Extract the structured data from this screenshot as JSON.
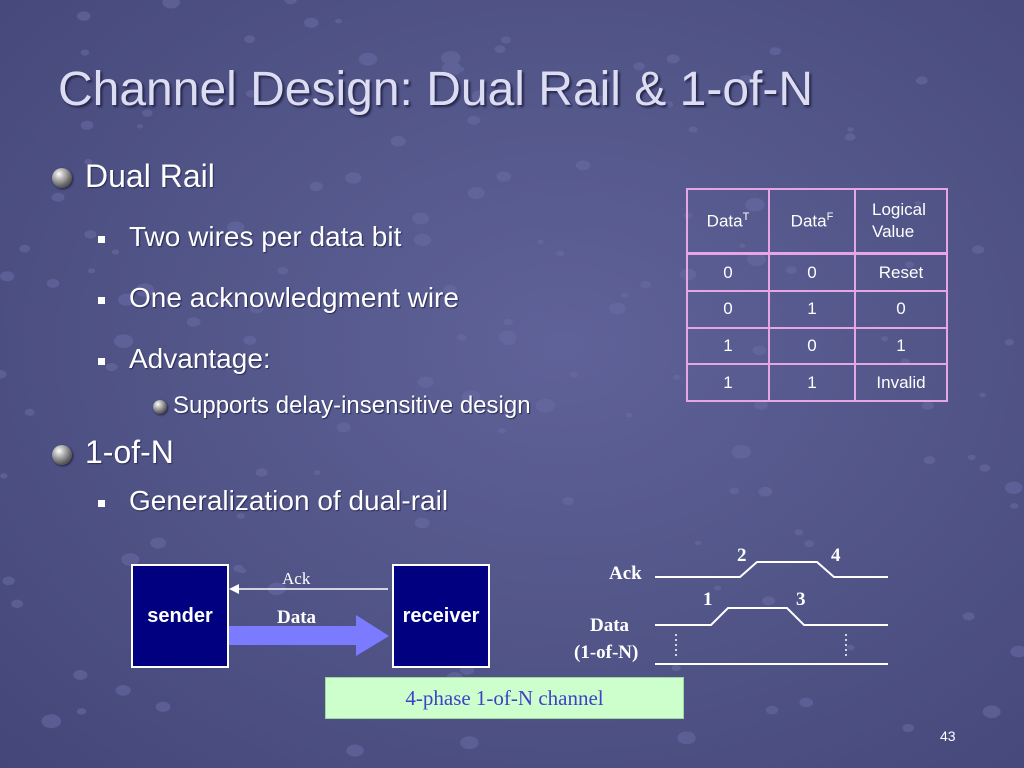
{
  "title": "Channel Design: Dual Rail & 1-of-N",
  "bullets": {
    "dual_rail": "Dual Rail",
    "two_wires": "Two wires per data bit",
    "one_ack": "One acknowledgment wire",
    "advantage": "Advantage:",
    "supports": "Supports delay-insensitive design",
    "one_of_n": "1-of-N",
    "generalization": "Generalization of dual-rail"
  },
  "table": {
    "header": {
      "data_t": "Data",
      "data_t_sup": "T",
      "data_f": "Data",
      "data_f_sup": "F",
      "logical_1": "Logical",
      "logical_2": "Value"
    },
    "rows": [
      [
        "0",
        "0",
        "Reset"
      ],
      [
        "0",
        "1",
        "0"
      ],
      [
        "1",
        "0",
        "1"
      ],
      [
        "1",
        "1",
        "Invalid"
      ]
    ]
  },
  "diagram": {
    "sender": "sender",
    "receiver": "receiver",
    "ack": "Ack",
    "data": "Data"
  },
  "timing": {
    "ack_label": "Ack",
    "data_label_1": "Data",
    "data_label_2": "(1-of-N)",
    "num_1": "1",
    "num_2": "2",
    "num_3": "3",
    "num_4": "4"
  },
  "caption": "4-phase 1-of-N channel",
  "page_number": "43",
  "colors": {
    "background": "#535689",
    "box_fill": "#000080",
    "table_border": "#e6a6e6",
    "caption_bg": "#ccffcc",
    "caption_text": "#4141c8",
    "data_arrow": "#7b7bff"
  }
}
